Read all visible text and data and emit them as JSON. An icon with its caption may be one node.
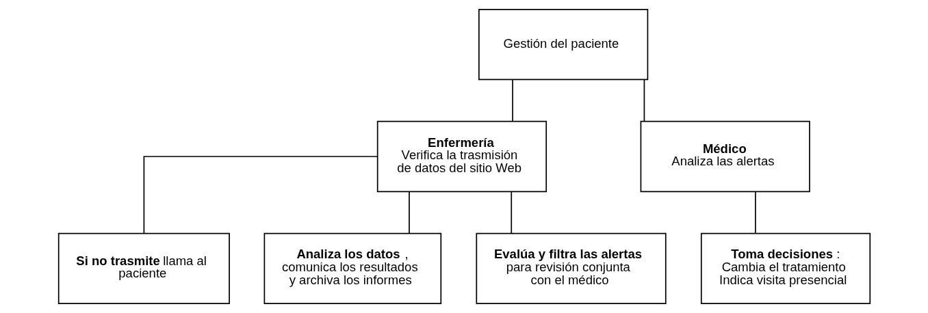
{
  "diagram": {
    "nodes": [
      {
        "text": [
          "Gestión del paciente"
        ]
      },
      {
        "text": [
          "Enfermería",
          "Verifica la trasmisión de datos del sitio Web"
        ]
      },
      {
        "text": [
          "Médico",
          "Analiza las alertas"
        ]
      },
      {
        "text": [
          "**Si no trasmite** llama al paciente"
        ]
      },
      {
        "text": [
          "**Analiza los datos**, comunica los resultados y archiva los informes"
        ]
      },
      {
        "text": [
          "Evalúa y filtra las alertas",
          "para revisión conjunta con el médico"
        ]
      },
      {
        "text": [
          "**Toma decisiones**:",
          "Cambia el tratamiento",
          "Indica visita presencial"
        ]
      }
    ],
    "edges": [
      {
        "from": 0,
        "to": 1,
        "arrow": "none"
      },
      {
        "from": 0,
        "to": 2,
        "arrow": "none"
      },
      {
        "from": 1,
        "to": 3,
        "arrow": "none"
      },
      {
        "from": 1,
        "to": 4,
        "arrow": "none"
      },
      {
        "from": 1,
        "to": 5,
        "arrow": "none"
      },
      {
        "from": 2,
        "to": 6,
        "arrow": "none"
      }
    ]
  }
}
